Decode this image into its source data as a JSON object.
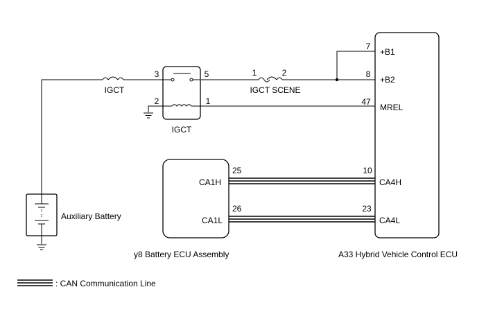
{
  "ecu": {
    "label": "A33  Hybrid Vehicle Control ECU",
    "pins": {
      "b1_num": "7",
      "b1_name": "+B1",
      "b2_num": "8",
      "b2_name": "+B2",
      "mrel_num": "47",
      "mrel_name": "MREL",
      "ca4h_num": "10",
      "ca4h_name": "CA4H",
      "ca4l_num": "23",
      "ca4l_name": "CA4L"
    }
  },
  "battery_ecu": {
    "label": "y8  Battery ECU Assembly",
    "pins": {
      "ca1h_num": "25",
      "ca1h_name": "CA1H",
      "ca1l_num": "26",
      "ca1l_name": "CA1L"
    }
  },
  "relay": {
    "label": "IGCT",
    "pin3": "3",
    "pin5": "5",
    "pin2": "2",
    "pin1": "1"
  },
  "fuse_igct": {
    "label": "IGCT"
  },
  "fuse_scene": {
    "label": "IGCT SCENE",
    "pin_in": "1",
    "pin_out": "2"
  },
  "battery": {
    "label": "Auxiliary Battery"
  },
  "legend": {
    "label": ": CAN Communication Line"
  }
}
